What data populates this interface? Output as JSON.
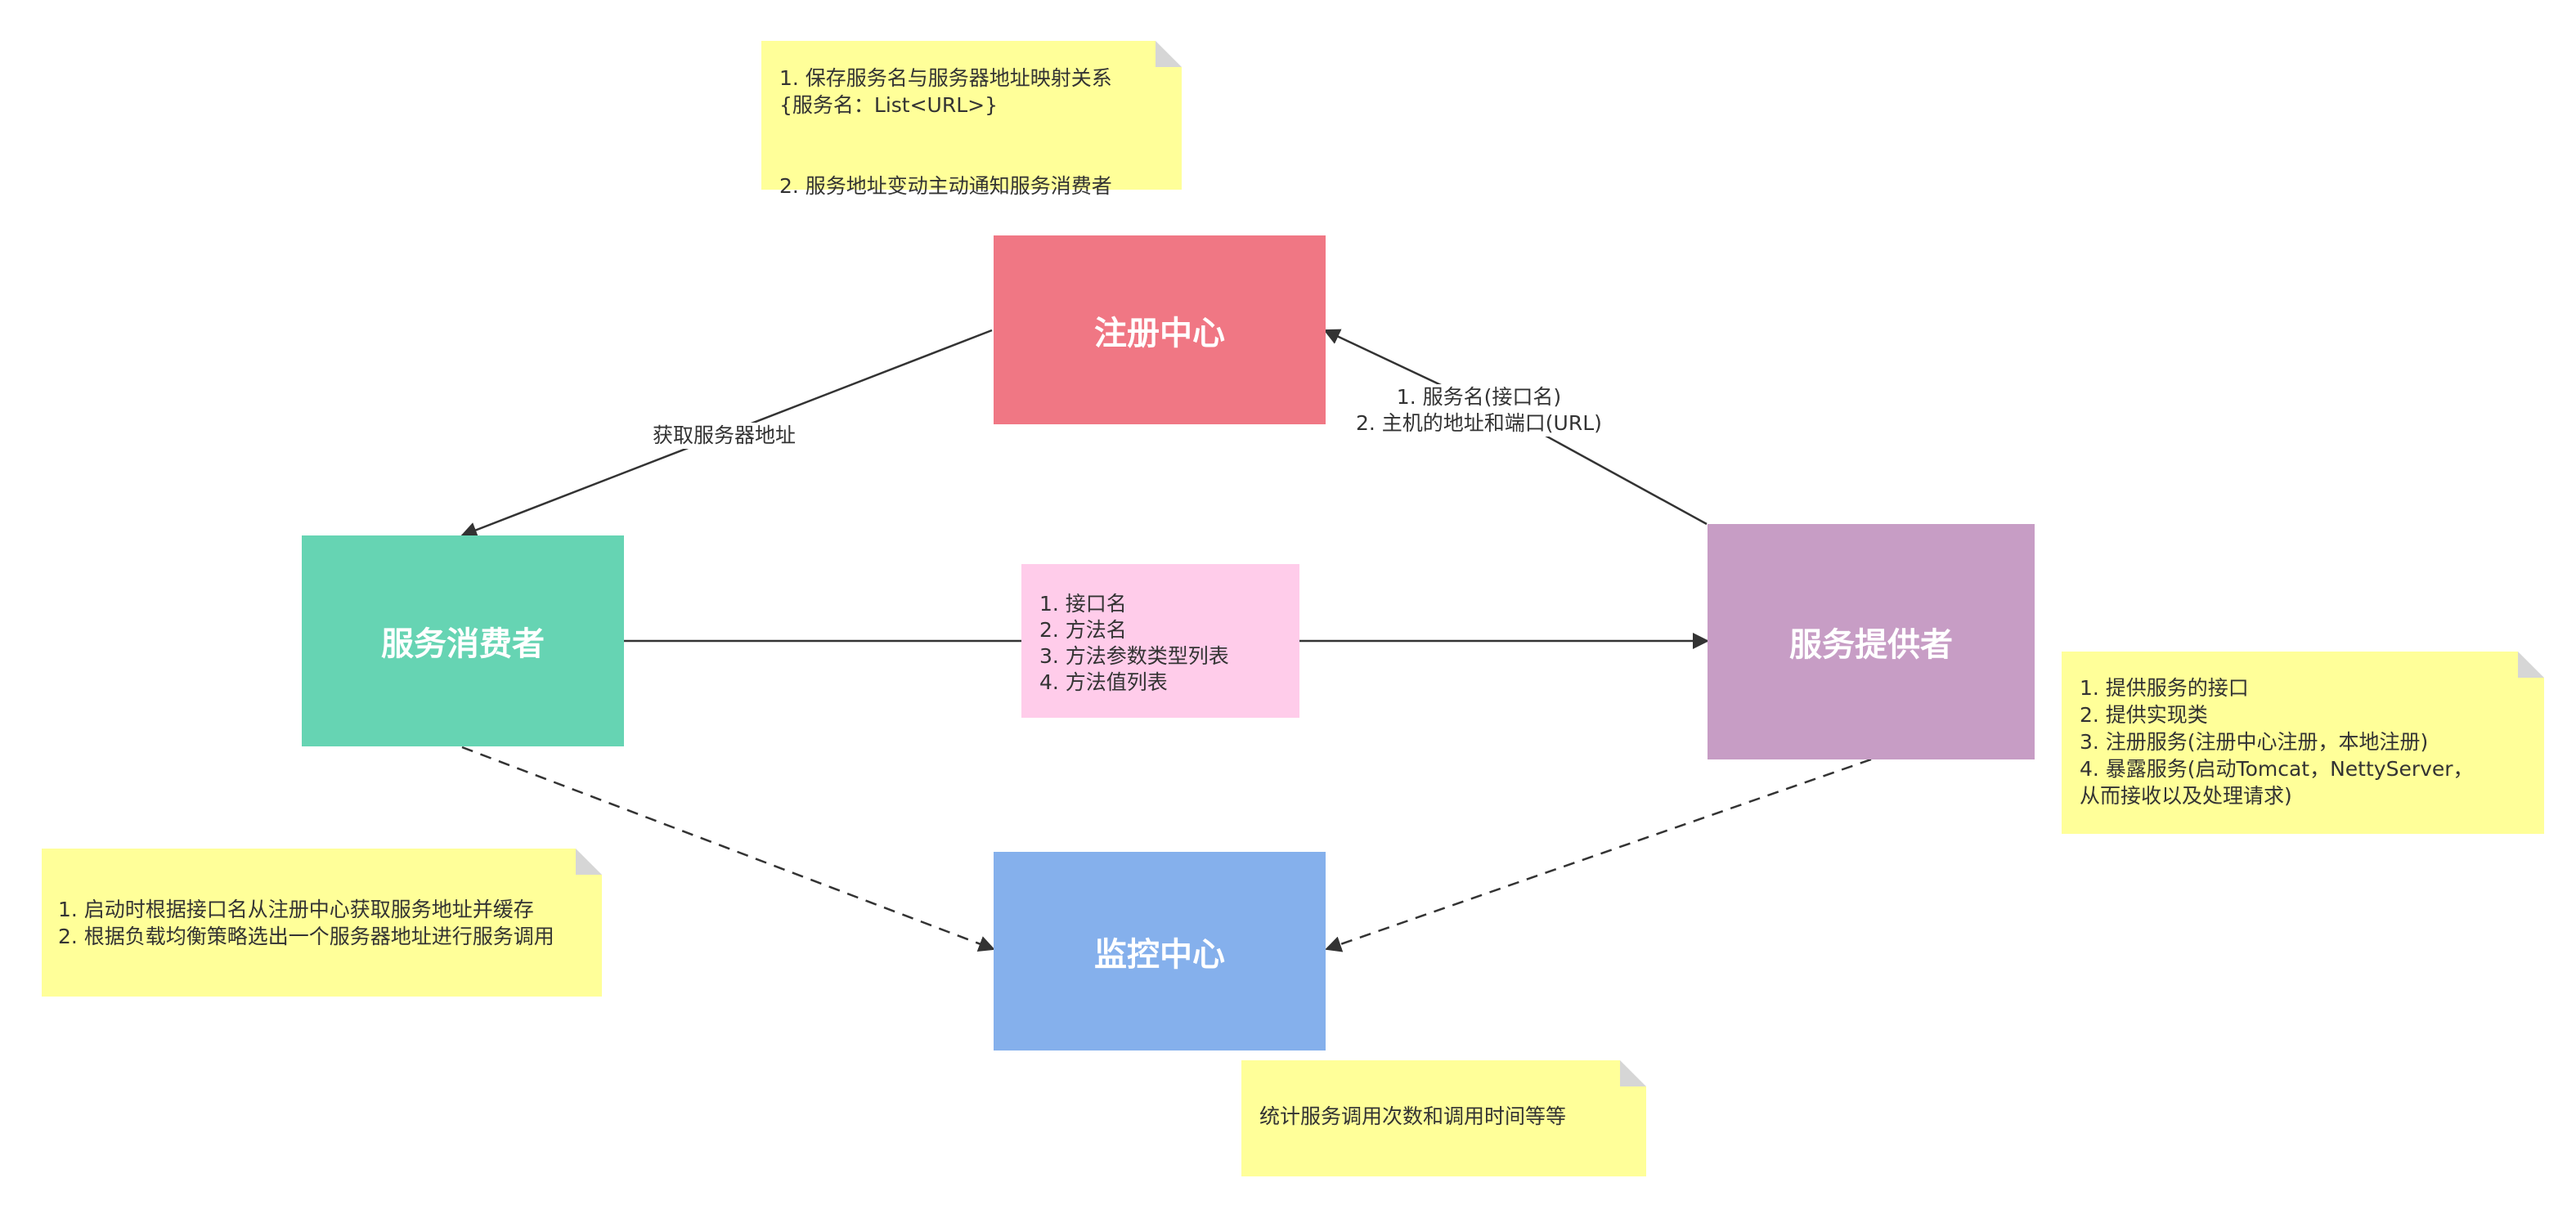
{
  "colors": {
    "registry": "#f07784",
    "consumer": "#66d4b3",
    "provider": "#c79dc5",
    "monitor": "#85b0ec",
    "note": "#ffff99",
    "params": "#ffccea",
    "line": "#333333"
  },
  "nodes": {
    "registry": "注册中心",
    "consumer": "服务消费者",
    "provider": "服务提供者",
    "monitor": "监控中心"
  },
  "notes": {
    "registry_note": "1. 保存服务名与服务器地址映射关系\n{服务名：List<URL>}\n\n\n2. 服务地址变动主动通知服务消费者",
    "provider_note": "1. 提供服务的接口\n2. 提供实现类\n3. 注册服务(注册中心注册，本地注册)\n4. 暴露服务(启动Tomcat，NettyServer，\n从而接收以及处理请求)",
    "consumer_note": "1. 启动时根据接口名从注册中心获取服务地址并缓存\n2. 根据负载均衡策略选出一个服务器地址进行服务调用",
    "monitor_note": "统计服务调用次数和调用时间等等"
  },
  "edge_labels": {
    "fetch_address": "获取服务器地址",
    "register_info": "1. 服务名(接口名)\n2. 主机的地址和端口(URL)",
    "invoke_params": "1. 接口名\n2. 方法名\n3. 方法参数类型列表\n4. 方法值列表"
  }
}
